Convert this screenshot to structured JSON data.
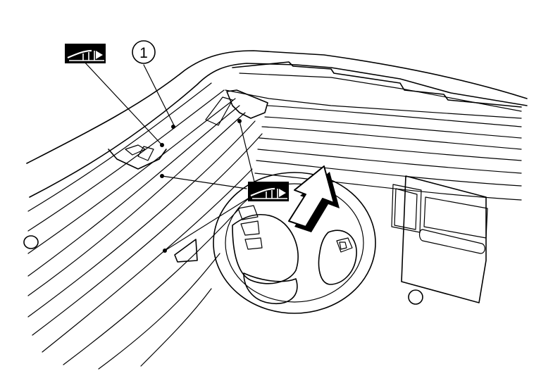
{
  "figure": {
    "description_id": "dashboard-upper-panel-removal",
    "callout_number": "1",
    "clip_symbol": "clip-release-symbol",
    "direction_arrow": "pull-direction-arrow"
  },
  "colors": {
    "line": "#000000",
    "background": "#ffffff",
    "symbol_fill": "#000000",
    "symbol_mark": "#ffffff"
  }
}
